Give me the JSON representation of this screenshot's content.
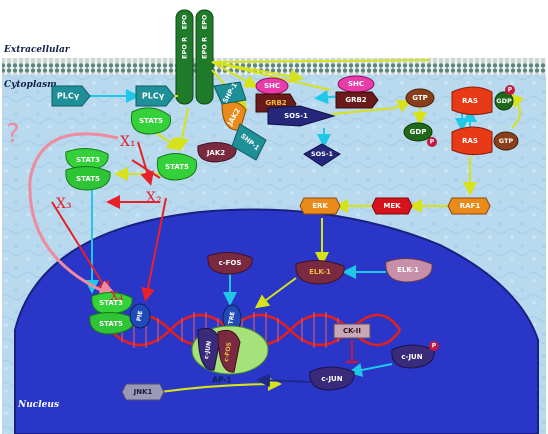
{
  "zones": {
    "extracellular": "Extracellular",
    "cytoplasm": "Cytoplasm",
    "nucleus": "Nucleus"
  },
  "receptor": {
    "left_top": "EPO",
    "left_bottom": "EPO R",
    "right_top": "EPO",
    "right_bottom": "EPO R"
  },
  "nodes": {
    "plc_a": "PLCγ",
    "plc_b": "PLCγ",
    "stat5_top": "STAT5",
    "stat5_mid": "STAT5",
    "stat3_a": "STAT3",
    "stat5_a": "STAT5",
    "shp1_a": "SHP-1",
    "jak2_a": "JAK2",
    "jak2_b": "JAK2",
    "shp1_b": "SHP-1",
    "shc_a": "SHC",
    "grb2_a": "GRB2",
    "sos1_a": "SOS-1",
    "shc_b": "SHC",
    "grb2_b": "GRB2",
    "sos1_b": "SOS-1",
    "gtp_a": "GTP",
    "gdp_a": "GDP",
    "p_gdp_a": "P",
    "ras_top": "RAS",
    "gdp_top": "GDP",
    "p_ras_top": "P",
    "ras_bot": "RAS",
    "gtp_bot": "GTP",
    "raf1": "RAF1",
    "mek": "MEK",
    "erk": "ERK",
    "elk1_a": "ELK-1",
    "elk1_b": "ELK-1",
    "cfos": "c-FOS",
    "ck2": "CK-II",
    "cjun_p": "c-JUN",
    "p_cjun": "P",
    "cjun": "c-JUN",
    "jnk1": "JNK1",
    "stat3_n": "STAT3",
    "stat5_n": "STAT5",
    "pie": "PIE",
    "tre": "TRE",
    "ap1_cjun": "c-JUN",
    "ap1_cfos": "c-FOS",
    "ap1": "AP-1"
  },
  "x_labels": {
    "x1": "X₁",
    "x2": "X₂",
    "x3": "X₃",
    "x4": "X₄",
    "question": "?"
  },
  "colors": {
    "membrane": "#6a8e88",
    "cytoplasm": "#b7d8ee",
    "nucleus": "#2a36c8",
    "stat_green": "#35d13a",
    "receptor_green": "#1f7a2a",
    "orange": "#e98a1a",
    "red_node": "#d8121a",
    "pink": "#e93ca8",
    "purple_brown": "#7a2a40",
    "teal": "#1f8f98",
    "navy": "#25287a",
    "arrow_yellow": "#d6e21a",
    "arrow_cyan": "#1ec8e6",
    "arrow_red": "#e8202a",
    "arrow_pink": "#f08aa0"
  }
}
